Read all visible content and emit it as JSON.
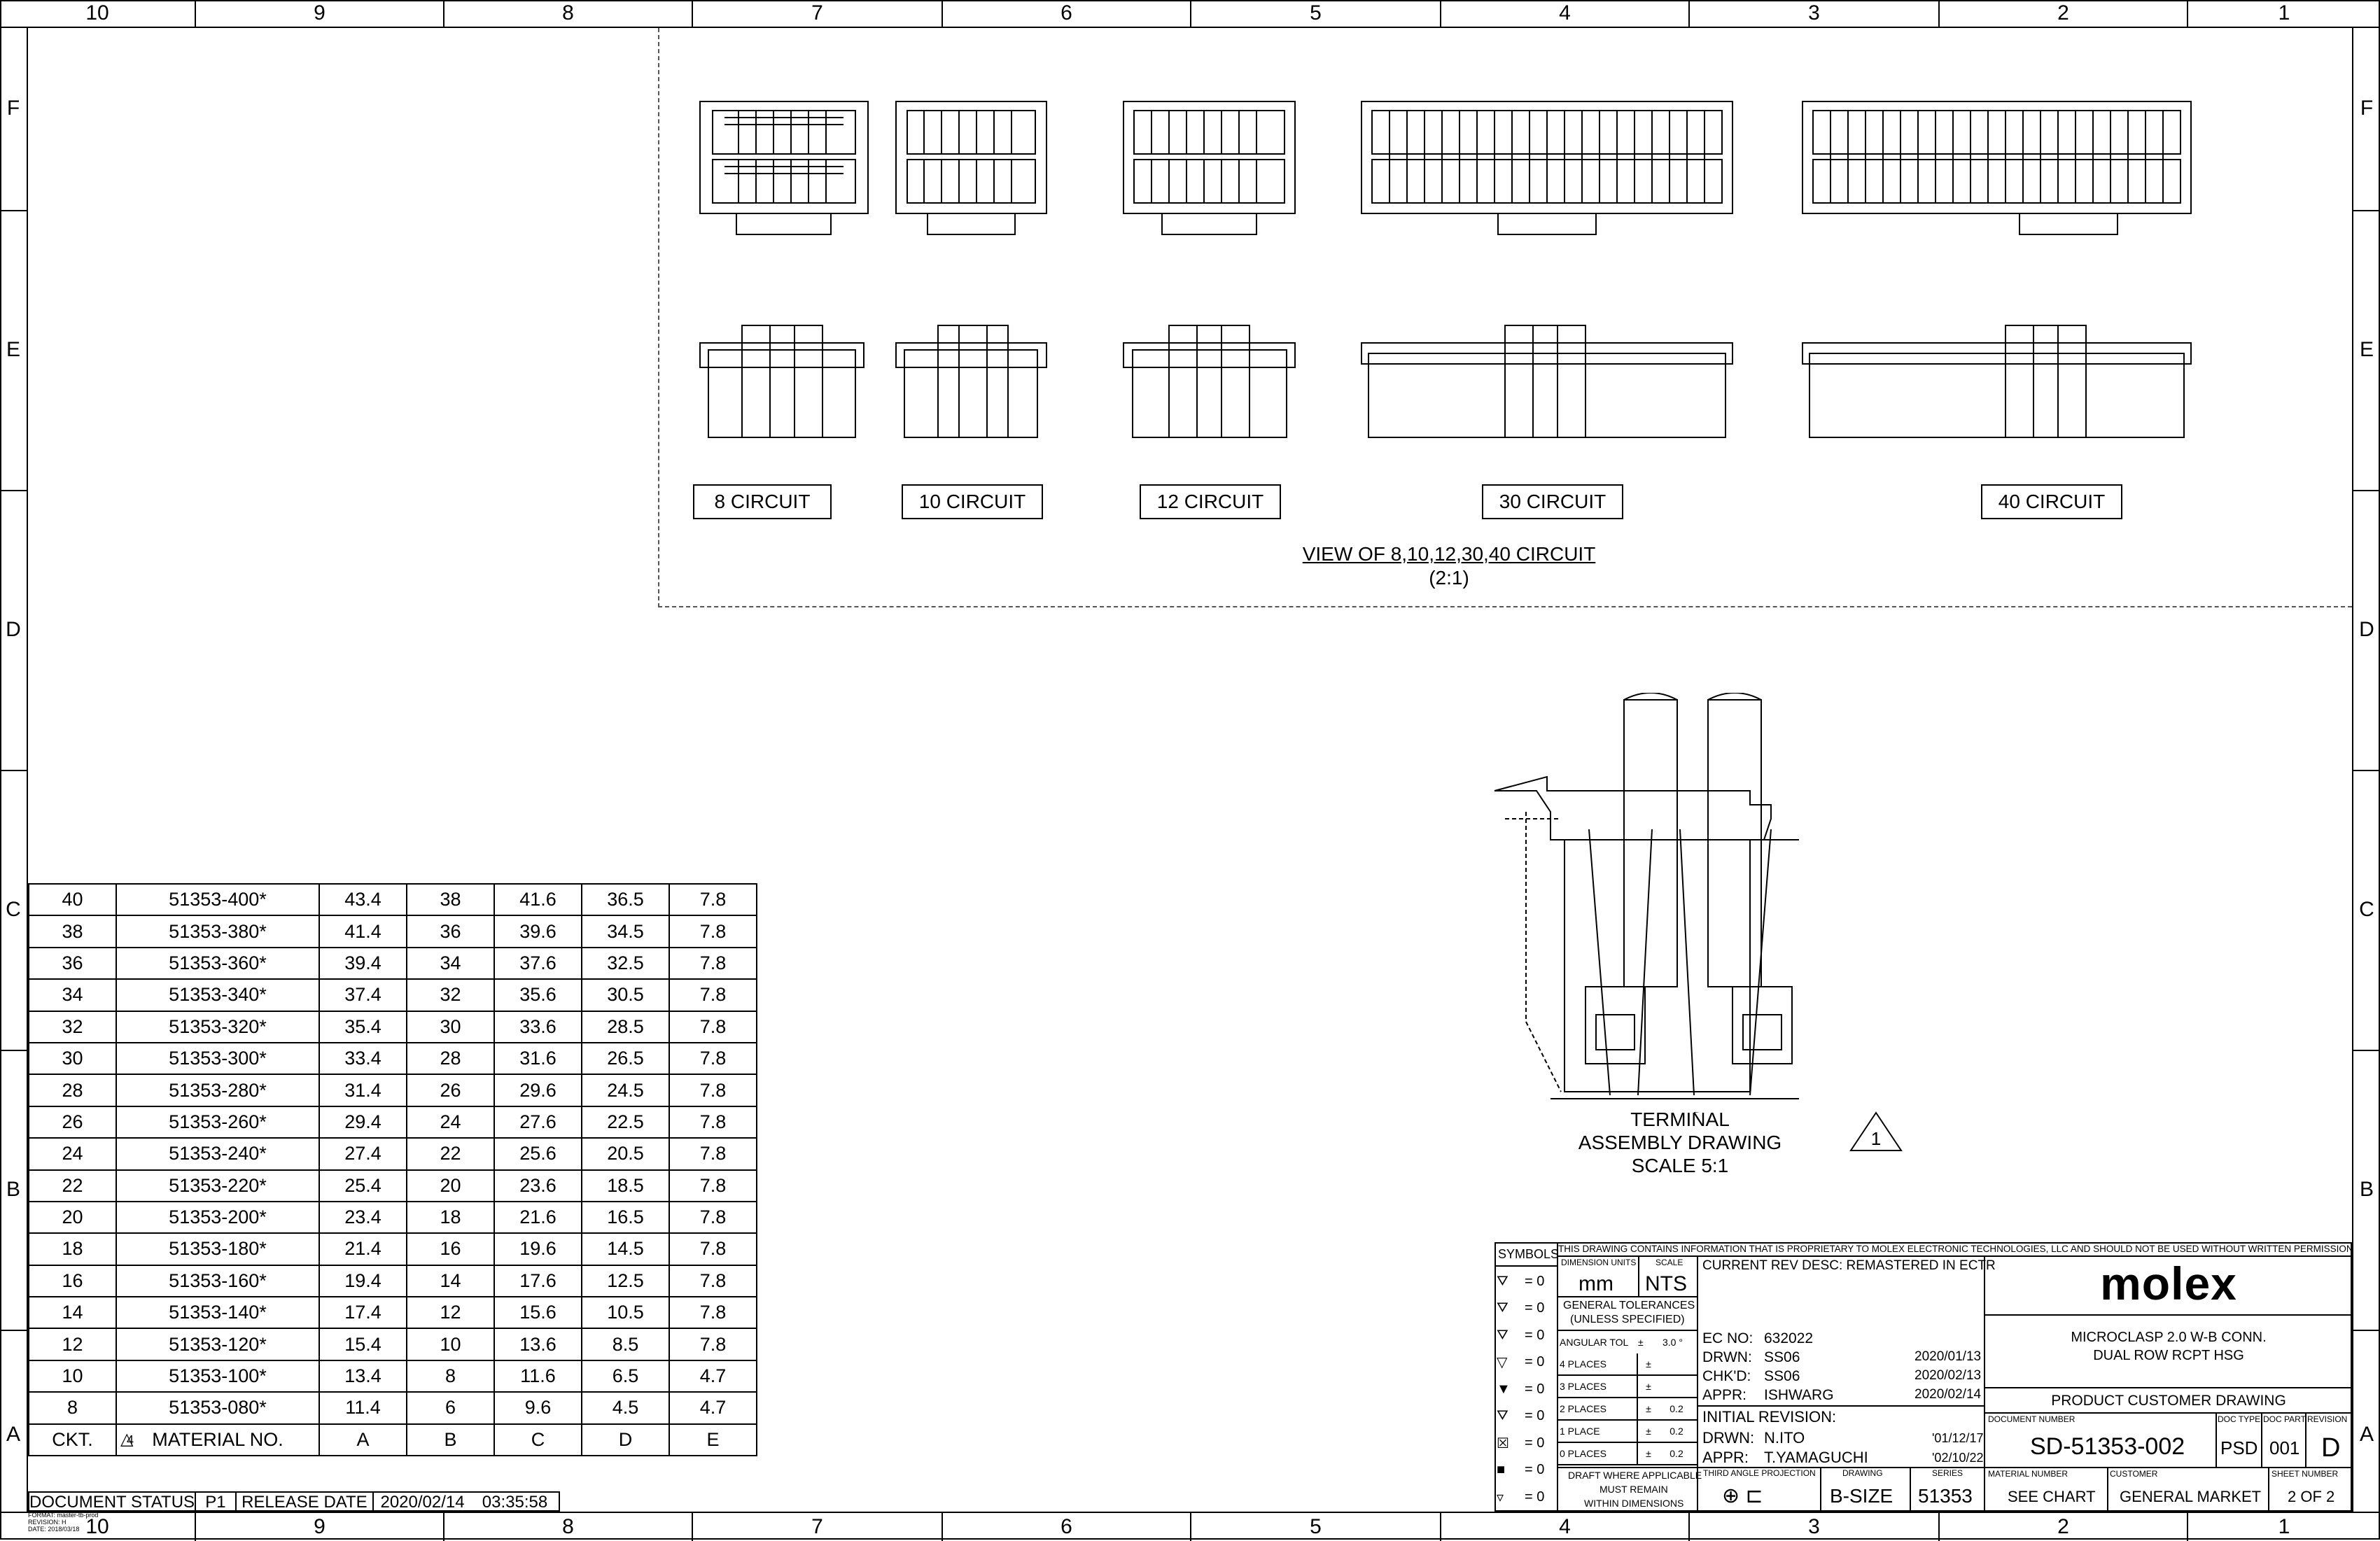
{
  "zones": {
    "columns": [
      "10",
      "9",
      "8",
      "7",
      "6",
      "5",
      "4",
      "3",
      "2",
      "1"
    ],
    "rows": [
      "F",
      "E",
      "D",
      "C",
      "B",
      "A"
    ]
  },
  "view": {
    "circuits": [
      "8 CIRCUIT",
      "10 CIRCUIT",
      "12 CIRCUIT",
      "30 CIRCUIT",
      "40 CIRCUIT"
    ],
    "title": "VIEW OF 8,10,12,30,40 CIRCUIT",
    "scale": "(2:1)"
  },
  "terminal": {
    "line1": "TERMINAL",
    "line2": "ASSEMBLY DRAWING",
    "line3": "SCALE 5:1",
    "callout": "1"
  },
  "chart_data": {
    "type": "table",
    "columns": [
      "CKT.",
      "MATERIAL NO.",
      "A",
      "B",
      "C",
      "D",
      "E"
    ],
    "header_note": "4",
    "rows": [
      [
        "40",
        "51353-400*",
        "43.4",
        "38",
        "41.6",
        "36.5",
        "7.8"
      ],
      [
        "38",
        "51353-380*",
        "41.4",
        "36",
        "39.6",
        "34.5",
        "7.8"
      ],
      [
        "36",
        "51353-360*",
        "39.4",
        "34",
        "37.6",
        "32.5",
        "7.8"
      ],
      [
        "34",
        "51353-340*",
        "37.4",
        "32",
        "35.6",
        "30.5",
        "7.8"
      ],
      [
        "32",
        "51353-320*",
        "35.4",
        "30",
        "33.6",
        "28.5",
        "7.8"
      ],
      [
        "30",
        "51353-300*",
        "33.4",
        "28",
        "31.6",
        "26.5",
        "7.8"
      ],
      [
        "28",
        "51353-280*",
        "31.4",
        "26",
        "29.6",
        "24.5",
        "7.8"
      ],
      [
        "26",
        "51353-260*",
        "29.4",
        "24",
        "27.6",
        "22.5",
        "7.8"
      ],
      [
        "24",
        "51353-240*",
        "27.4",
        "22",
        "25.6",
        "20.5",
        "7.8"
      ],
      [
        "22",
        "51353-220*",
        "25.4",
        "20",
        "23.6",
        "18.5",
        "7.8"
      ],
      [
        "20",
        "51353-200*",
        "23.4",
        "18",
        "21.6",
        "16.5",
        "7.8"
      ],
      [
        "18",
        "51353-180*",
        "21.4",
        "16",
        "19.6",
        "14.5",
        "7.8"
      ],
      [
        "16",
        "51353-160*",
        "19.4",
        "14",
        "17.6",
        "12.5",
        "7.8"
      ],
      [
        "14",
        "51353-140*",
        "17.4",
        "12",
        "15.6",
        "10.5",
        "7.8"
      ],
      [
        "12",
        "51353-120*",
        "15.4",
        "10",
        "13.6",
        "8.5",
        "7.8"
      ],
      [
        "10",
        "51353-100*",
        "13.4",
        "8",
        "11.6",
        "6.5",
        "4.7"
      ],
      [
        "8",
        "51353-080*",
        "11.4",
        "6",
        "9.6",
        "4.5",
        "4.7"
      ]
    ]
  },
  "doc_status": {
    "label": "DOCUMENT STATUS",
    "status": "P1",
    "release_label": "RELEASE DATE",
    "release_date": "2020/02/14",
    "release_time": "03:35:58"
  },
  "format_note": {
    "line1": "FORMAT: master-tb-prod",
    "line2": "REVISION: H",
    "line3": "DATE: 2018/03/18"
  },
  "title_block": {
    "proprietary": "THIS DRAWING CONTAINS INFORMATION THAT IS PROPRIETARY TO MOLEX ELECTRONIC TECHNOLOGIES, LLC AND SHOULD NOT BE USED WITHOUT WRITTEN PERMISSION",
    "symbols_label": "SYMBOLS",
    "symbol_values": [
      "= 0",
      "= 0",
      "= 0",
      "= 0",
      "= 0",
      "= 0",
      "= 0",
      "= 0",
      "= 0"
    ],
    "dim_units_label": "DIMENSION UNITS",
    "dim_units": "mm",
    "scale_label": "SCALE",
    "scale": "NTS",
    "gen_tol_1": "GENERAL TOLERANCES",
    "gen_tol_2": "(UNLESS SPECIFIED)",
    "angular_tol": "ANGULAR TOL",
    "angular_val": "3.0 °",
    "places": [
      {
        "label": "4 PLACES",
        "val": ""
      },
      {
        "label": "3 PLACES",
        "val": ""
      },
      {
        "label": "2 PLACES",
        "val": "0.2"
      },
      {
        "label": "1 PLACE",
        "val": "0.2"
      },
      {
        "label": "0 PLACES",
        "val": "0.2"
      }
    ],
    "pm": "±",
    "draft_1": "DRAFT WHERE APPLICABLE",
    "draft_2": "MUST REMAIN",
    "draft_3": "WITHIN DIMENSIONS",
    "rev_desc": "CURRENT REV DESC: REMASTERED IN ECTR",
    "ec_no_label": "EC NO:",
    "ec_no": "632022",
    "drwn_label": "DRWN:",
    "drwn": "SS06",
    "drwn_date": "2020/01/13",
    "chkd_label": "CHK'D:",
    "chkd": "SS06",
    "chkd_date": "2020/02/13",
    "appr_label": "APPR:",
    "appr": "ISHWARG",
    "appr_date": "2020/02/14",
    "initial_rev": "INITIAL REVISION:",
    "init_drwn": "N.ITO",
    "init_drwn_date": "'01/12/17",
    "init_appr": "T.YAMAGUCHI",
    "init_appr_date": "'02/10/22",
    "projection_label": "THIRD ANGLE PROJECTION",
    "drawing_label": "DRAWING",
    "drawing_size": "B-SIZE",
    "series_label": "SERIES",
    "series": "51353",
    "logo": "molex",
    "product_1": "MICROCLASP 2.0 W-B CONN.",
    "product_2": "DUAL ROW RCPT HSG",
    "product_type": "PRODUCT CUSTOMER DRAWING",
    "doc_number_label": "DOCUMENT NUMBER",
    "doc_number": "SD-51353-002",
    "doc_type_label": "DOC TYPE",
    "doc_type": "PSD",
    "doc_part_label": "DOC PART",
    "doc_part": "001",
    "revision_label": "REVISION",
    "revision": "D",
    "material_label": "MATERIAL NUMBER",
    "material": "SEE CHART",
    "customer_label": "CUSTOMER",
    "customer": "GENERAL MARKET",
    "sheet_label": "SHEET NUMBER",
    "sheet": "2 OF 2"
  }
}
